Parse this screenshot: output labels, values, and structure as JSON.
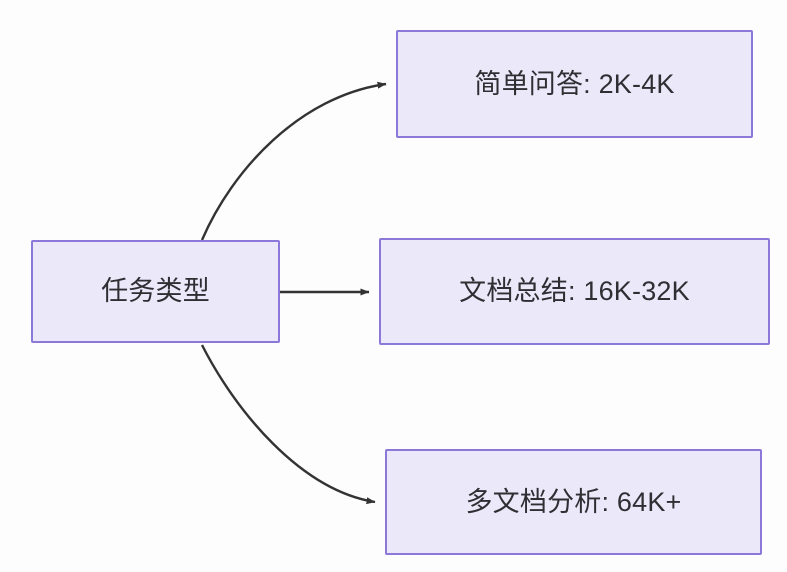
{
  "diagram": {
    "type": "flowchart",
    "direction": "left-to-right",
    "title": "",
    "colors": {
      "node_fill": "#ebe8fa",
      "node_border": "#8b78d8",
      "node_text": "#2f2f33",
      "edge_stroke": "#333333",
      "background": "#fdfdfd"
    },
    "nodes": [
      {
        "id": "task-type",
        "label": "任务类型",
        "role": "root"
      },
      {
        "id": "simple-qa",
        "label": "简单问答: 2K-4K",
        "role": "leaf"
      },
      {
        "id": "doc-summary",
        "label": "文档总结: 16K-32K",
        "role": "leaf"
      },
      {
        "id": "multi-doc",
        "label": "多文档分析: 64K+",
        "role": "leaf"
      }
    ],
    "edges": [
      {
        "id": "edge-task-to-simple-qa",
        "from": "task-type",
        "to": "simple-qa",
        "label": "",
        "shape": "curved",
        "arrow": "arrowhead-end"
      },
      {
        "id": "edge-task-to-doc-summary",
        "from": "task-type",
        "to": "doc-summary",
        "label": "",
        "shape": "straight",
        "arrow": "arrowhead-end"
      },
      {
        "id": "edge-task-to-multi-doc",
        "from": "task-type",
        "to": "multi-doc",
        "label": "",
        "shape": "curved",
        "arrow": "arrowhead-end"
      }
    ]
  }
}
